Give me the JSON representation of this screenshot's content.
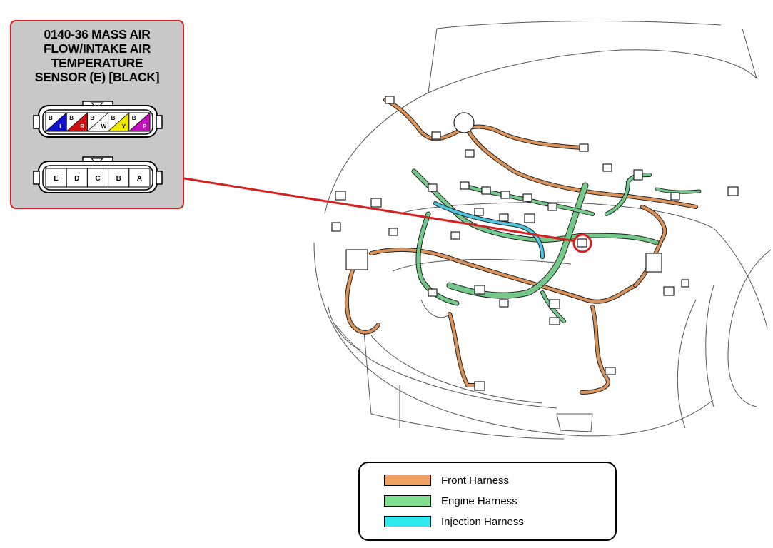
{
  "callout": {
    "title_lines": [
      "0140-36 MASS AIR",
      "FLOW/INTAKE AIR",
      "TEMPERATURE",
      "SENSOR (E) [BLACK]"
    ],
    "border_color": "#d42020",
    "wire_end": {
      "terminals": [
        {
          "label": "B",
          "wire_color": "L",
          "fill": "#1010d0"
        },
        {
          "label": "B",
          "wire_color": "R",
          "fill": "#d01010"
        },
        {
          "label": "B",
          "wire_color": "W",
          "fill": "#ffffff"
        },
        {
          "label": "B",
          "wire_color": "Y",
          "fill": "#f0e800"
        },
        {
          "label": "B",
          "wire_color": "P",
          "fill": "#c010c0"
        }
      ]
    },
    "connector_face": {
      "pins": [
        "E",
        "D",
        "C",
        "B",
        "A"
      ]
    }
  },
  "legend": {
    "items": [
      {
        "label": "Front Harness",
        "color": "#f0a060"
      },
      {
        "label": "Engine Harness",
        "color": "#80e090"
      },
      {
        "label": "Injection Harness",
        "color": "#30e8f0"
      }
    ]
  },
  "harness_colors": {
    "front": "#d9935a",
    "engine": "#74c98a",
    "injection": "#4fc6dd"
  }
}
